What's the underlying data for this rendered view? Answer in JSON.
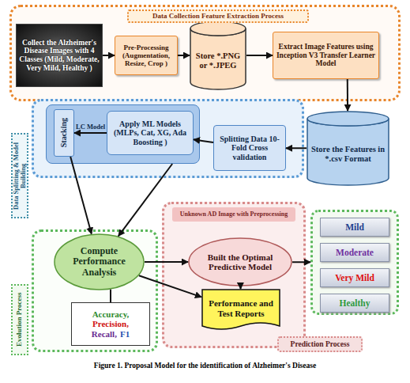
{
  "diagram": {
    "caption": "Figure 1. Proposal Model for the identification of Alzheimer's Disease",
    "nodes": [
      {
        "text": [
          "Data Collection Feature Extraction Process"
        ]
      },
      {
        "text": [
          "Collect the Alzheimer's Disease Images with 4 Classes (Mild, Moderate, Very Mild, Healthy )"
        ],
        "in": 0
      },
      {
        "text": [
          "Pre-Processing (Augmentation, Resize, Crop )"
        ],
        "in": 0
      },
      {
        "text": [
          "Store *.PNG or *.JPEG"
        ],
        "in": 0
      },
      {
        "text": [
          "Extract Image Features using Inception V3 Transfer Learner Model"
        ],
        "in": 0
      },
      {
        "text": [
          "Store the Features in *.csv Format"
        ]
      },
      {
        "text": [
          "Data Splitting & Model Building"
        ]
      },
      {
        "text": [],
        "in": 6
      },
      {
        "text": [
          "Stacking"
        ],
        "in": 7
      },
      {
        "text": [
          "Apply ML Models (MLPs, Cat, XG, Ada Boosting )"
        ],
        "in": 7
      },
      {
        "text": [
          "Splitting Data 10-Fold Cross validation"
        ],
        "in": 6
      },
      {
        "text": [
          "Evolution Process"
        ]
      },
      {
        "text": [
          "Compute Performance Analysis"
        ],
        "in": 11
      },
      {
        "text": [
          "Accuracy,",
          "Precision,",
          "Recall,",
          "F1"
        ],
        "in": 11
      },
      {
        "text": [
          "Unknown AD Image with Preprocessing",
          "Prediction Process"
        ]
      },
      {
        "text": [
          "Built the Optimal Predictive Model"
        ],
        "in": 14
      },
      {
        "text": [
          "Performance and Test Reports"
        ],
        "in": 14
      },
      {
        "text": []
      },
      {
        "text": [
          "Mild"
        ],
        "in": 17
      },
      {
        "text": [
          "Moderate"
        ],
        "in": 17
      },
      {
        "text": [
          "Very Mild"
        ],
        "in": 17
      },
      {
        "text": [
          "Healthy"
        ],
        "in": 17
      }
    ],
    "edges": [
      {
        "from": 1,
        "to": 2,
        "arrow": "to"
      },
      {
        "from": 2,
        "to": 3,
        "arrow": "to"
      },
      {
        "from": 3,
        "to": 4,
        "arrow": "to"
      },
      {
        "from": 4,
        "to": 5,
        "arrow": "to"
      },
      {
        "from": 5,
        "to": 10,
        "arrow": "to"
      },
      {
        "from": 10,
        "to": 9,
        "arrow": "to"
      },
      {
        "from": 9,
        "to": 8,
        "label": "LC Model",
        "arrow": "to"
      },
      {
        "from": 8,
        "to": 12,
        "arrow": "to"
      },
      {
        "from": 7,
        "to": 12,
        "arrow": "to"
      },
      {
        "from": 12,
        "to": 13,
        "arrow": "none"
      },
      {
        "from": 12,
        "to": 15,
        "arrow": "to"
      },
      {
        "from": 12,
        "to": 16,
        "arrow": "to"
      },
      {
        "from": 15,
        "to": 16,
        "arrow": "to"
      },
      {
        "from": 15,
        "to": 17,
        "arrow": "to"
      }
    ]
  }
}
